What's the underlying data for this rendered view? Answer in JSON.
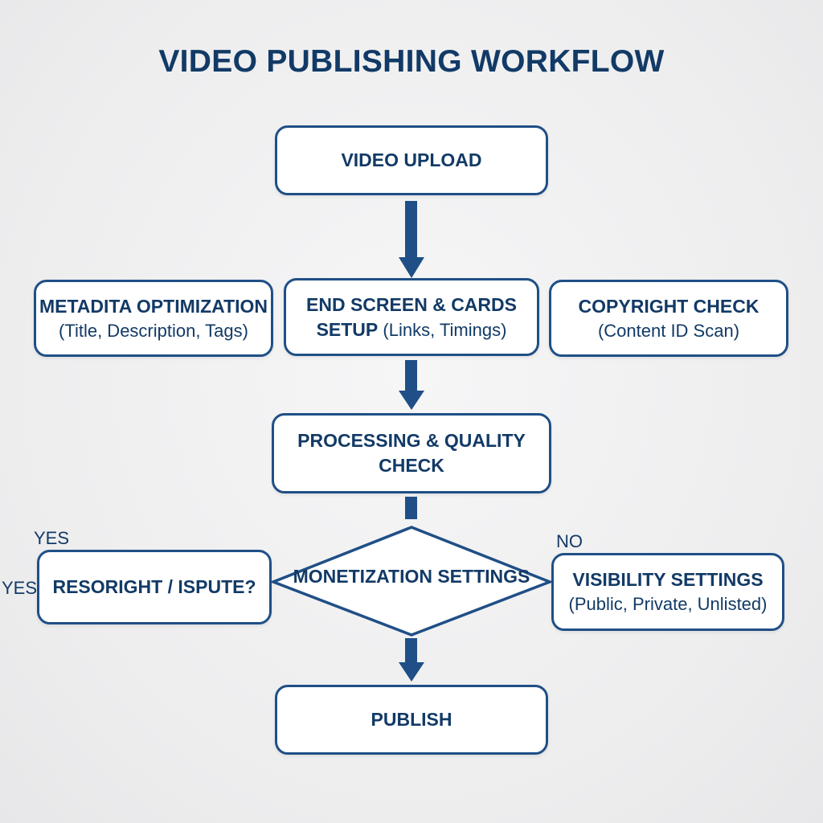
{
  "title": "VIDEO PUBLISHING WORKFLOW",
  "nodes": {
    "upload": {
      "line1": "VIDEO UPLOAD"
    },
    "metadata": {
      "line1": "METADITA OPTIMIZATION",
      "line2": "(Title, Description, Tags)"
    },
    "endscreen": {
      "line1": "END SCREEN & CARDS",
      "line2_bold": "SETUP",
      "line2_rest": " (Links, Timings)"
    },
    "copyright": {
      "line1": "COPYRIGHT CHECK",
      "line2": "(Content ID Scan)"
    },
    "processing": {
      "line1": "PROCESSING & QUALITY",
      "line2": "CHECK"
    },
    "monetization": {
      "label": "MONETIZATION SETTINGS"
    },
    "dispute": {
      "line1": "RESORIGHT / ISPUTE?"
    },
    "visibility": {
      "line1": "VISIBILITY SETTINGS",
      "line2": "(Public, Private, Unlisted)"
    },
    "publish": {
      "line1": "PUBLISH"
    }
  },
  "edge_labels": {
    "yes_top": "YES",
    "yes_left": "YES",
    "no_right": "NO"
  },
  "colors": {
    "stroke": "#1f4f86",
    "text": "#123a66",
    "background": "#efeff0"
  }
}
